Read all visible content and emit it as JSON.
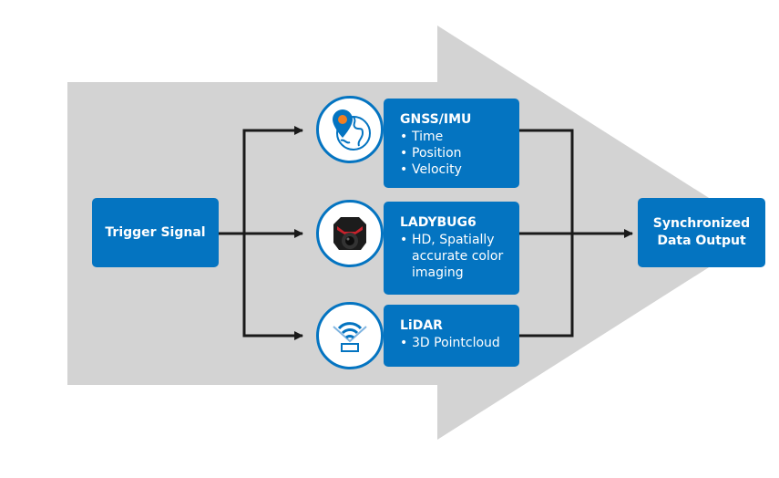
{
  "colors": {
    "accent": "#0474c1",
    "background_arrow": "#d3d3d3",
    "connector": "#1a1a1a",
    "pin": "#f07f23"
  },
  "input": {
    "label": "Trigger Signal"
  },
  "output": {
    "label_line1": "Synchronized",
    "label_line2": "Data Output"
  },
  "sensors": [
    {
      "title": "GNSS/IMU",
      "icon": "globe-pin-icon",
      "bullets": [
        "Time",
        "Position",
        "Velocity"
      ]
    },
    {
      "title": "LADYBUG6",
      "icon": "camera-icon",
      "bullets": [
        "HD, Spatially accurate color imaging"
      ]
    },
    {
      "title": "LiDAR",
      "icon": "lidar-icon",
      "bullets": [
        "3D Pointcloud"
      ]
    }
  ]
}
